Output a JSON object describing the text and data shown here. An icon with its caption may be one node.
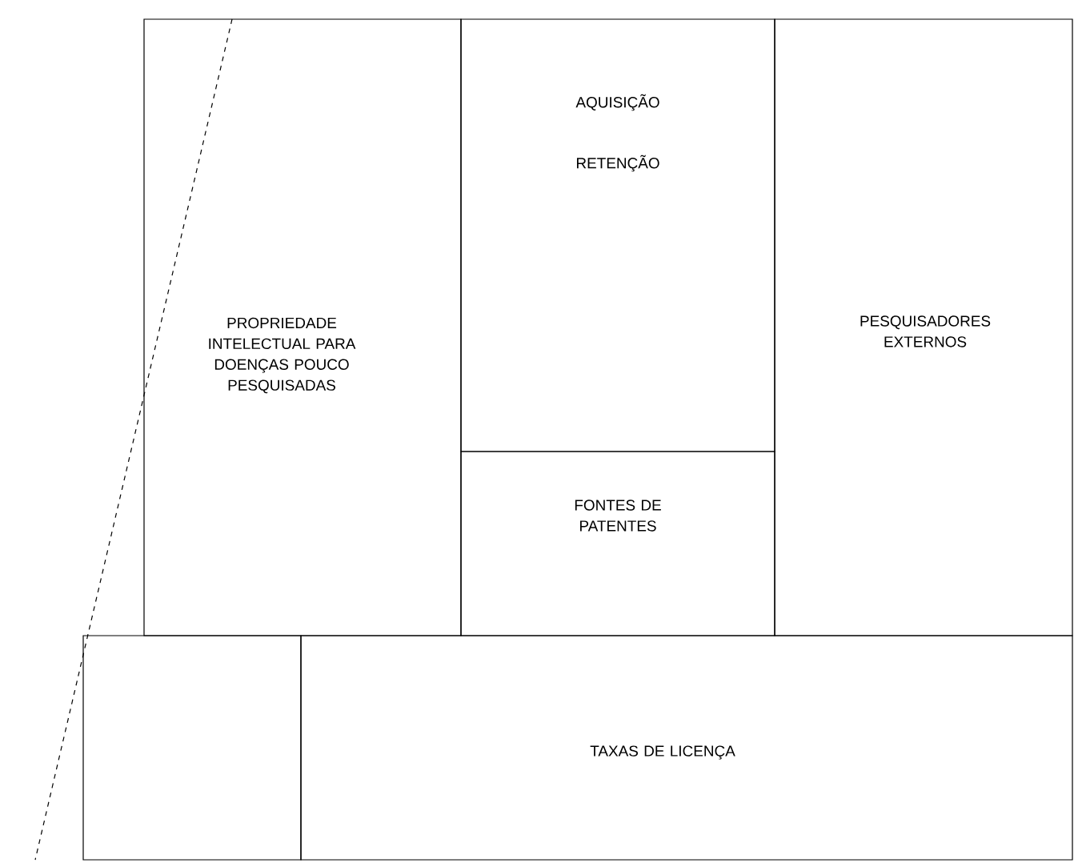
{
  "diagram": {
    "nodes": [
      {
        "text": [
          "PROPRIEDADE INTELECTUAL PARA DOENÇAS POUCO PESQUISADAS"
        ]
      },
      {
        "text": [
          "AQUISIÇÃO",
          "RETENÇÃO"
        ]
      },
      {
        "text": [
          "FONTES DE PATENTES"
        ]
      },
      {
        "text": [
          "PESQUISADORES EXTERNOS"
        ]
      },
      {
        "text": [],
        "shape": "box"
      },
      {
        "text": [
          "TAXAS DE LICENÇA"
        ]
      }
    ]
  }
}
